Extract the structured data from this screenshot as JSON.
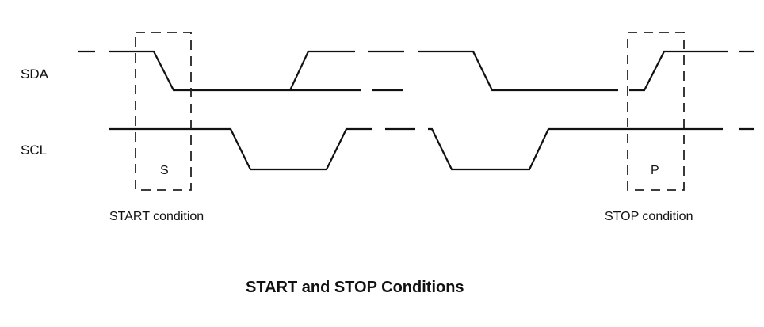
{
  "signals": {
    "sda": "SDA",
    "scl": "SCL"
  },
  "markers": {
    "start": "S",
    "stop": "P"
  },
  "conditions": {
    "start": "START condition",
    "stop": "STOP condition"
  },
  "caption": "START and STOP Conditions"
}
